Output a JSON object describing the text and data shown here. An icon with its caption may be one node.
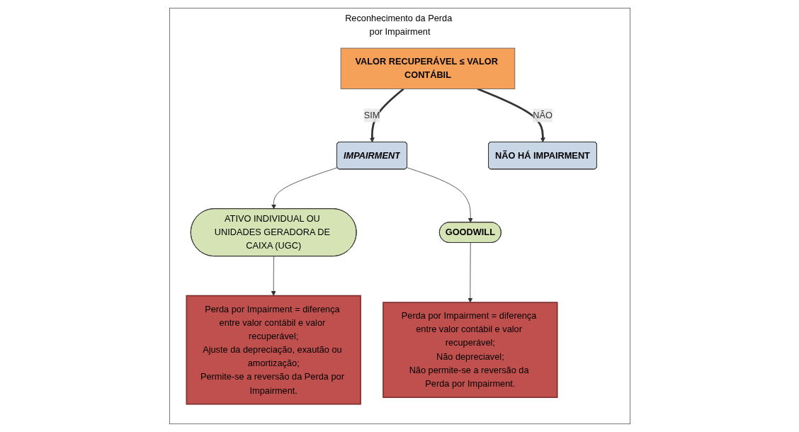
{
  "diagram": {
    "nodes": [
      {
        "text": [
          "Reconhecimento da Perda por Impairment"
        ]
      },
      {
        "text": [
          "VALOR RECUPERÁVEL ≤ VALOR CONTÁBIL"
        ],
        "in": 0
      },
      {
        "text": [
          "IMPAIRMENT"
        ],
        "in": 0
      },
      {
        "text": [
          "NÃO HÁ IMPAIRMENT"
        ],
        "in": 0
      },
      {
        "text": [
          "ATIVO INDIVIDUAL OU UNIDADES GERADORA DE CAIXA (UGC)"
        ],
        "in": 0
      },
      {
        "text": [
          "GOODWILL"
        ],
        "in": 0
      },
      {
        "text": [
          "Perda por Impairment = diferença entre valor contábil e valor recuperável;",
          "Ajuste da depreciação, exautão ou amortização;",
          "Permite-se a reversão da Perda por Impairment."
        ],
        "in": 0
      },
      {
        "text": [
          "Perda por Impairment = diferença entre valor contábil e valor recuperável;",
          "Não depreciavel;",
          "Não permite-se a reversão da Perda por Impairment."
        ],
        "in": 0
      }
    ],
    "edges": [
      {
        "from": 1,
        "to": 2,
        "arrow": "to",
        "label": "SIM",
        "style": "thick"
      },
      {
        "from": 1,
        "to": 3,
        "arrow": "to",
        "label": "NÃO",
        "style": "thick"
      },
      {
        "from": 2,
        "to": 4,
        "arrow": "to"
      },
      {
        "from": 2,
        "to": 5,
        "arrow": "to"
      },
      {
        "from": 4,
        "to": 6,
        "arrow": "to"
      },
      {
        "from": 5,
        "to": 7,
        "arrow": "to"
      }
    ]
  }
}
